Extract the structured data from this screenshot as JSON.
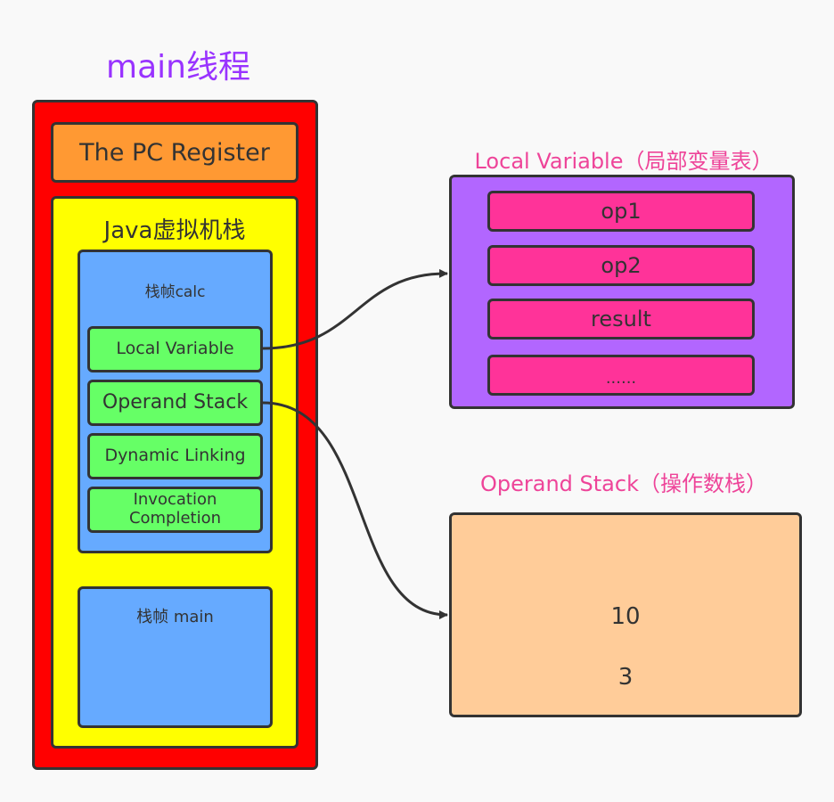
{
  "title": "main线程",
  "thread": {
    "pc_register": "The PC Register",
    "jvm_stack_label": "Java虚拟机栈",
    "frame_calc": {
      "label": "栈帧calc",
      "sections": [
        "Local Variable",
        "Operand Stack",
        "Dynamic Linking",
        "Invocation\nCompletion"
      ]
    },
    "frame_main": {
      "label": "栈帧 main"
    }
  },
  "local_variable": {
    "title": "Local Variable（局部变量表）",
    "items": [
      "op1",
      "op2",
      "result",
      "......"
    ]
  },
  "operand_stack": {
    "title": "Operand Stack（操作数栈）",
    "items": [
      "10",
      "3"
    ]
  },
  "colors": {
    "title": "#9933ff",
    "thread": "#ff0000",
    "pc_register": "#ff9933",
    "jvm_stack": "#ffff00",
    "frame": "#66aaff",
    "frame_section": "#66ff66",
    "local_variable_box": "#b266ff",
    "local_variable_item": "#ff3399",
    "operand_stack_box": "#ffcc99",
    "panel_title": "#ee4499"
  }
}
